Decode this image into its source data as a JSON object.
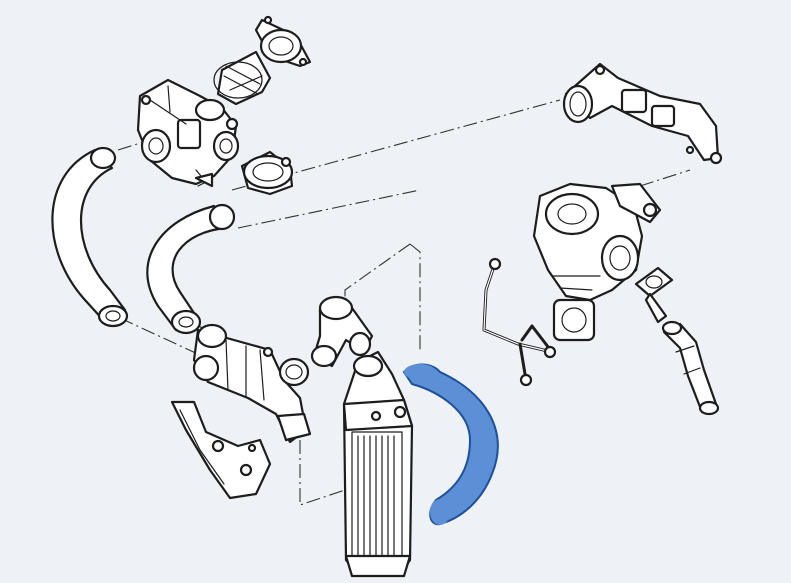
{
  "diagram": {
    "highlight_color": "#5b90d6",
    "parts": [
      "throttle-body",
      "air-intake-flange",
      "intake-hose-coupling",
      "throttle-inlet-sleeve",
      "throttle-to-intercooler-hose",
      "upper-intercooler-hose",
      "charge-air-pipe",
      "mounting-bracket",
      "intercooler-elbow",
      "intercooler",
      "intercooler-outlet-hose",
      "air-filter-outlet-pipe",
      "turbocharger",
      "turbo-oil-feed-pipe",
      "turbo-oil-return-flange",
      "turbo-oil-return-hose"
    ],
    "highlighted_part": "intercooler-outlet-hose"
  }
}
